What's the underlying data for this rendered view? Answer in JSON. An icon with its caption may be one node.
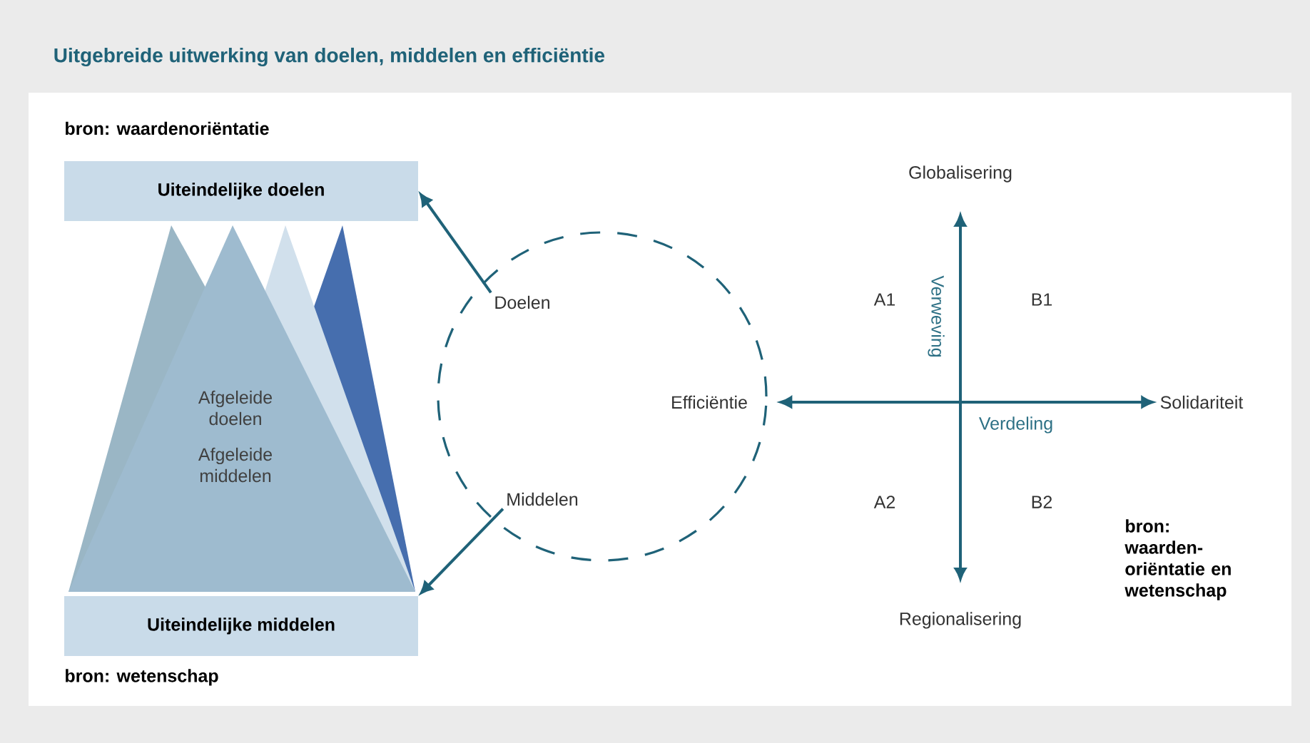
{
  "diagram": {
    "title": "Uitgebreide uitwerking van doelen, middelen en efficiëntie",
    "nodes": [
      {
        "text": [
          "Uiteindelijke doelen"
        ],
        "beside": [
          "bron: waardenoriëntatie"
        ]
      },
      {
        "text": [
          "Afgeleide doelen",
          "Afgeleide middelen"
        ]
      },
      {
        "text": [
          "Uiteindelijke middelen"
        ],
        "beside": [
          "bron: wetenschap"
        ]
      },
      {
        "text": [],
        "shape": "circle"
      },
      {
        "text": [
          "Doelen"
        ],
        "in": 3
      },
      {
        "text": [
          "Middelen"
        ],
        "in": 3
      },
      {
        "text": [
          "Efficiëntie"
        ],
        "in": 3
      },
      {
        "text": [
          "Globalisering"
        ]
      },
      {
        "text": [
          "Regionalisering"
        ]
      },
      {
        "text": [
          "Solidariteit"
        ]
      }
    ],
    "edges": [
      {
        "from": 4,
        "to": 0,
        "arrow": "to"
      },
      {
        "from": 5,
        "to": 2,
        "arrow": "to"
      },
      {
        "from": 7,
        "to": 8,
        "arrow": "both",
        "label": "Verweving"
      },
      {
        "from": 6,
        "to": 9,
        "arrow": "both",
        "label": "Verdeling"
      }
    ],
    "labels": [
      "A1",
      "B1",
      "A2",
      "B2",
      "bron: waarden- oriëntatie en wetenschap"
    ]
  }
}
